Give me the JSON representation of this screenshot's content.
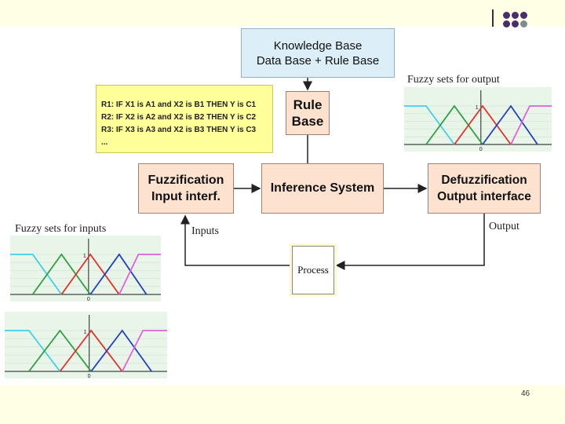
{
  "slide": {
    "page_number": "46"
  },
  "diagram": {
    "knowledge_base": {
      "line1": "Knowledge Base",
      "line2": "Data Base + Rule Base"
    },
    "rules": [
      "R1: IF X1 is A1 and  X2 is B1 THEN Y is C1",
      "R2: IF X2 is A2 and  X2 is B2 THEN Y is C2",
      "R3: IF X3 is A3 and  X2 is B3 THEN Y is C3",
      "..."
    ],
    "rule_base": {
      "line1": "Rule",
      "line2": "Base"
    },
    "fuzzification": {
      "line1": "Fuzzification",
      "line2": "Input interf."
    },
    "inference": {
      "label": "Inference System"
    },
    "defuzzification": {
      "line1": "Defuzzification",
      "line2": "Output interface"
    },
    "process": {
      "label": "Process"
    },
    "labels": {
      "fuzzy_sets_output": "Fuzzy sets for  output",
      "fuzzy_sets_inputs": "Fuzzy sets for inputs",
      "inputs": "Inputs",
      "output": "Output"
    },
    "plot_axis": {
      "peak": "1",
      "origin": "0"
    }
  },
  "colors": {
    "cyan": "#3fd0e8",
    "green": "#2e9e3e",
    "red": "#e03028",
    "blue": "#2040c0",
    "magenta": "#e060d8",
    "plot_bg": "#eaf5ea",
    "box_fill": "#fde3cf",
    "rules_fill": "#ffff99",
    "kb_fill": "#dceef8"
  }
}
